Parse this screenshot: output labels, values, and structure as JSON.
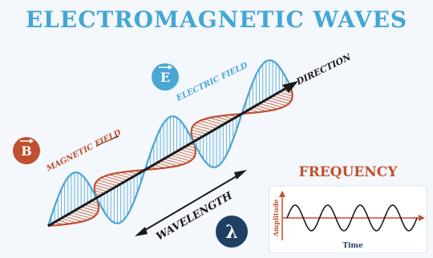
{
  "title": "ELECTROMAGNETIC WAVES",
  "labels": {
    "electric_field": "ELECTRIC FIELD",
    "magnetic_field": "MAGNETIC FIELD",
    "direction": "DIRECTION",
    "wavelength": "WAVELENGTH",
    "frequency": "FREQUENCY",
    "amplitude": "Amplitude",
    "time": "Time"
  },
  "symbols": {
    "electric": "E",
    "magnetic": "B",
    "wavelength": "λ"
  },
  "colors": {
    "electric": "#4aa6d4",
    "magnetic": "#c0502f",
    "axis": "#1a1a1a",
    "title": "#43a6d6",
    "lambda_badge": "#1f3f63",
    "frequency_title": "#c0502f"
  }
}
